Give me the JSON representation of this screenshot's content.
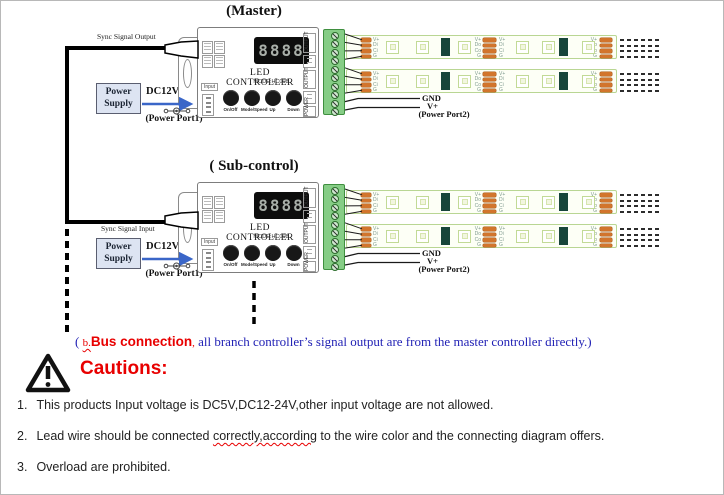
{
  "sections": {
    "master": {
      "title": "(Master)",
      "sync_label": "Sync Signal Output",
      "power_supply": "Power Supply",
      "dc_label": "DC12V",
      "power_port1": "(Power Port1)",
      "gnd_label": "GND",
      "vplus_label": "V+",
      "power_port2": "(Power Port2)"
    },
    "sub": {
      "title": "( Sub-control)",
      "sync_label": "Sync Signal Input",
      "power_supply": "Power Supply",
      "dc_label": "DC12V",
      "power_port1": "(Power Port1)",
      "gnd_label": "GND",
      "vplus_label": "V+",
      "power_port2": "(Power Port2)"
    }
  },
  "controller": {
    "display_digits": "8888",
    "name": "LED CONTROLLER",
    "mode": "MODE:HC008",
    "input_label": "Input",
    "buttons": [
      "On/Off",
      "Mode/Speed",
      "Up",
      "Down"
    ],
    "side_labels": [
      "OUTPUT",
      "OUTPUT",
      "POWER"
    ]
  },
  "strip": {
    "left_pads": [
      "V+",
      "Di",
      "Ci",
      "G"
    ],
    "mid_left_pads": [
      "V+",
      "Do",
      "Co",
      "G"
    ],
    "mid_right_pads": [
      "V+",
      "Di",
      "Ci",
      "G"
    ],
    "right_pads": [
      "V+",
      "Do",
      "Co",
      "G"
    ]
  },
  "caption": {
    "open": "(",
    "prefix": "b.",
    "highlight": "Bus connection",
    "comma": ",",
    "rest": "all branch controller’s signal output are from the master controller directly.)"
  },
  "cautions": {
    "icon": "warning-triangle-icon",
    "title": "Cautions:",
    "items": [
      {
        "num": "1.",
        "pre": "This products Input voltage is DC5V,DC12-24V,other input voltage are not allowed.",
        "wavy": "",
        "post": ""
      },
      {
        "num": "2.",
        "pre": "Lead wire should be connected ",
        "wavy": "correctly,according",
        "post": " to the wire color and the connecting diagram offers."
      },
      {
        "num": "3.",
        "pre": "Overload are prohibited.",
        "wavy": "",
        "post": ""
      }
    ]
  },
  "colors": {
    "accent_red": "#e80000",
    "caption_blue": "#1f1fb4",
    "terminal_green": "#86cd86",
    "pad_orange": "#d2752c",
    "arrow_blue": "#3a66c8"
  }
}
